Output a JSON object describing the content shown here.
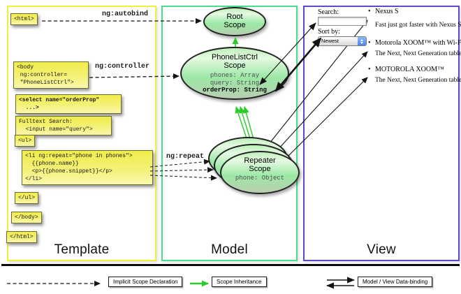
{
  "columns": {
    "template": "Template",
    "model": "Model",
    "view": "View"
  },
  "code_boxes": {
    "html_open": {
      "lines": [
        "<html>"
      ]
    },
    "body_open": {
      "lines": [
        "<body",
        " ng:controller=",
        " \"PhoneListCtrl\">"
      ]
    },
    "select_order": {
      "lines": [
        "<select name=\"orderProp\"",
        "  ...>"
      ]
    },
    "fulltext": {
      "lines": [
        "Fulltext Search:",
        "  <input name=\"query\">"
      ]
    },
    "ul_open": {
      "lines": [
        "<ul>"
      ]
    },
    "li_repeat": {
      "lines": [
        "<li ng:repeat=\"phone in phones\">",
        "  {{phone.name}}",
        "  <p>{{phone.snippet}}</p>",
        "</li>"
      ]
    },
    "ul_close": {
      "lines": [
        "</ul>"
      ]
    },
    "body_close": {
      "lines": [
        "</body>"
      ]
    },
    "html_close": {
      "lines": [
        "</html>"
      ]
    }
  },
  "edge_labels": {
    "autobind": "ng:autobind",
    "controller": "ng:controller",
    "repeat": "ng:repeat"
  },
  "scopes": {
    "root": {
      "line1": "Root",
      "line2": "Scope"
    },
    "phonelist": {
      "line1": "PhoneListCtrl",
      "line2": "Scope",
      "prop1": "phones: Array",
      "prop2": "query: String",
      "prop3": "orderProp: String"
    },
    "repeater": {
      "line1": "Repeater",
      "line2": "Scope",
      "prop1": "phone: Object"
    }
  },
  "view_panel": {
    "search_label": "Search:",
    "search_value": "",
    "sort_label": "Sort by:",
    "sort_value": "Newest",
    "bullet": "•",
    "items": [
      {
        "name": "Nexus S",
        "desc": "Fast just got faster with Nexus S."
      },
      {
        "name": "Motorola XOOM™ with Wi-Fi",
        "desc": "The Next, Next Generation tablet."
      },
      {
        "name": "MOTOROLA XOOM™",
        "desc": "The Next, Next Generation tablet."
      }
    ]
  },
  "legend": {
    "implicit": "Implicit Scope Declaration",
    "inheritance": "Scope Inheritance",
    "binding": "Model / View Data-binding"
  },
  "colors": {
    "template_border": "#f0ef3c",
    "model_border": "#47df8b",
    "view_border": "#5f48cb",
    "scope_green_arrow": "#2bcb2b",
    "code_box_yellow": "#f0ec4a",
    "arrow_black": "#141414"
  }
}
